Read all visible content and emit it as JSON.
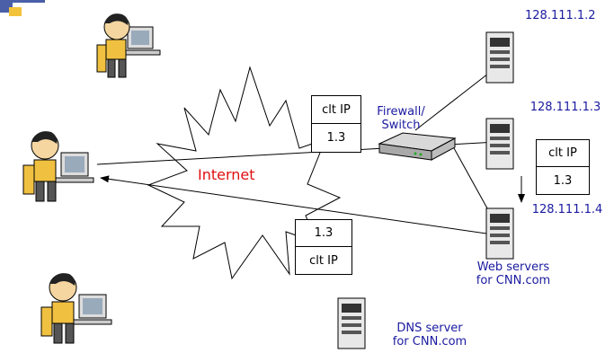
{
  "servers": {
    "server_a_ip": "128.111.1.2",
    "server_b_ip": "128.111.1.3",
    "server_c_ip": "128.111.1.4",
    "web_servers_label_line1": "Web servers",
    "web_servers_label_line2": "for CNN.com",
    "dns_label_line1": "DNS server",
    "dns_label_line2": "for CNN.com"
  },
  "firewall": {
    "label_line1": "Firewall/",
    "label_line2": "Switch"
  },
  "internet": {
    "label": "Internet"
  },
  "packets": {
    "request_top": [
      "clt IP",
      "1.3"
    ],
    "forwarded": [
      "clt IP",
      "1.3"
    ],
    "reply": [
      "1.3",
      "clt IP"
    ]
  },
  "colors": {
    "label_blue": "#1a1aa0",
    "internet_red": "#e01010"
  }
}
